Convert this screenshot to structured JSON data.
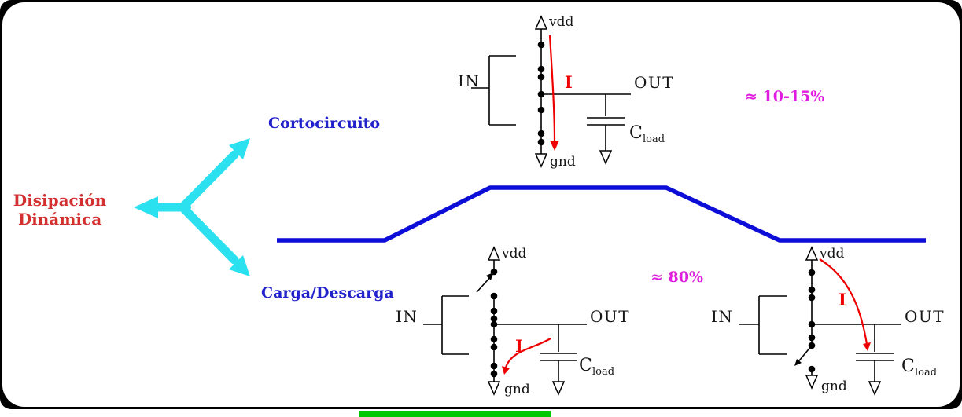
{
  "slide_title": {
    "line1": "Disipación",
    "line2": "Dinámica"
  },
  "branches": {
    "short_circuit": "Cortocircuito",
    "charge_discharge": "Carga/Descarga"
  },
  "annotations": {
    "short_circuit_share": "≈ 10-15%",
    "charge_discharge_share": "≈ 80%"
  },
  "circuit_labels": {
    "vdd": "vdd",
    "gnd": "gnd",
    "input": "IN",
    "output": "OUT",
    "current": "I",
    "cap": "C",
    "cap_sub": "load"
  },
  "colors": {
    "title_red": "#d43030",
    "branch_blue": "#2222cc",
    "percent_magenta": "#df1cdf",
    "waveform_blue": "#0d0dd8",
    "arrow_cyan": "#2ce1ef",
    "current_red": "#ee0000",
    "wire_black": "#000000",
    "green_bar": "#00c800"
  }
}
